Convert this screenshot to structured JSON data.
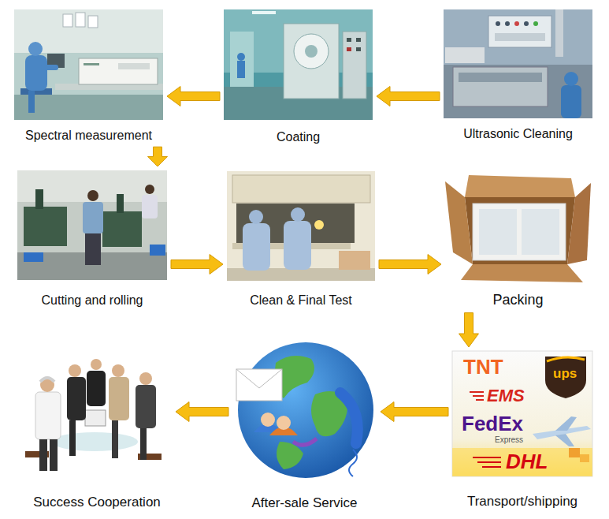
{
  "diagram": {
    "nodes": [
      {
        "text": [
          "Spectral measurement"
        ]
      },
      {
        "text": [
          "Coating"
        ]
      },
      {
        "text": [
          "Ultrasonic Cleaning"
        ]
      },
      {
        "text": [
          "Cutting and rolling"
        ]
      },
      {
        "text": [
          "Clean & Final Test"
        ]
      },
      {
        "text": [
          "Packing"
        ]
      },
      {
        "text": [
          "Success Cooperation"
        ]
      },
      {
        "text": [
          "After-sale Service"
        ]
      },
      {
        "text": [
          "Transport/shipping"
        ]
      }
    ],
    "edges": [
      {
        "from": 2,
        "to": 1,
        "arrow": "to"
      },
      {
        "from": 1,
        "to": 0,
        "arrow": "to"
      },
      {
        "from": 0,
        "to": 3,
        "arrow": "to"
      },
      {
        "from": 3,
        "to": 4,
        "arrow": "to"
      },
      {
        "from": 4,
        "to": 5,
        "arrow": "to"
      },
      {
        "from": 5,
        "to": 8,
        "arrow": "to"
      },
      {
        "from": 8,
        "to": 7,
        "arrow": "to"
      },
      {
        "from": 7,
        "to": 6,
        "arrow": "to"
      }
    ],
    "labels": [
      "TNT",
      "ups",
      "EMS",
      "FedEx",
      "Express",
      "DHL"
    ]
  }
}
